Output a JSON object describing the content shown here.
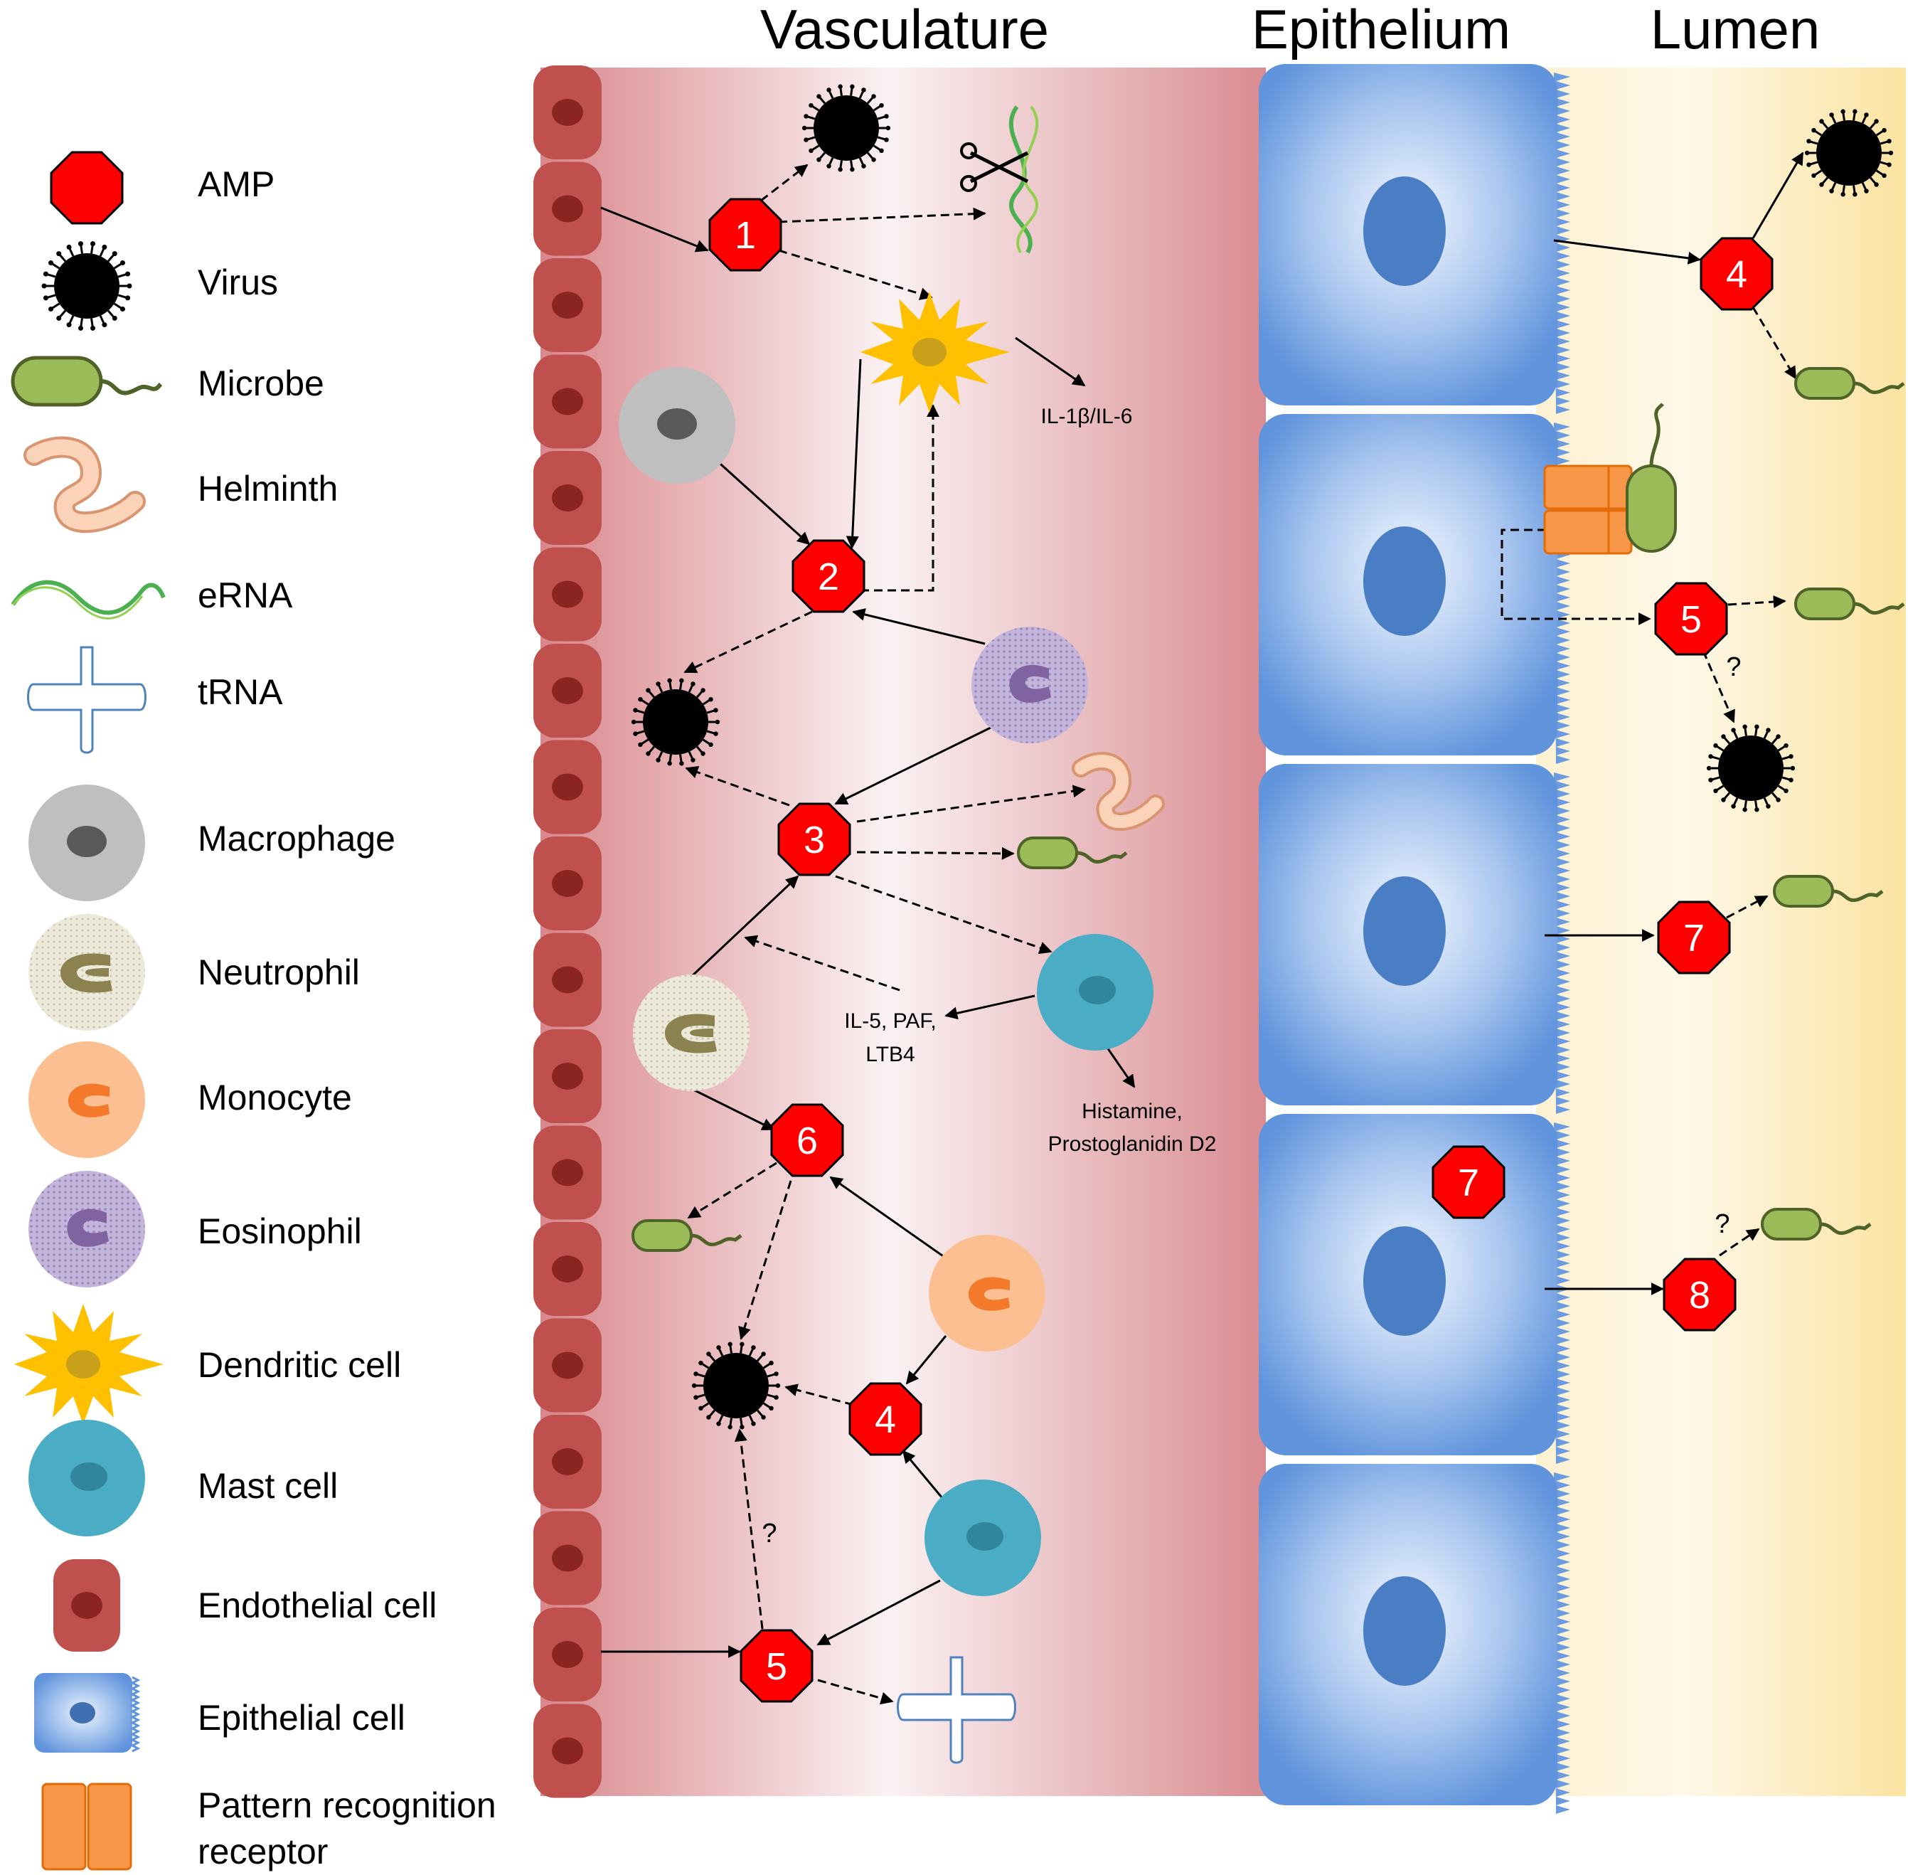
{
  "headers": {
    "vasculature": "Vasculature",
    "epithelium": "Epithelium",
    "lumen": "Lumen"
  },
  "legend": [
    {
      "icon": "amp-icon",
      "label": "AMP"
    },
    {
      "icon": "virus-icon",
      "label": "Virus"
    },
    {
      "icon": "microbe-icon",
      "label": "Microbe"
    },
    {
      "icon": "helminth-icon",
      "label": "Helminth"
    },
    {
      "icon": "erna-icon",
      "label": "eRNA"
    },
    {
      "icon": "trna-icon",
      "label": "tRNA"
    },
    {
      "icon": "macrophage-icon",
      "label": "Macrophage"
    },
    {
      "icon": "neutrophil-icon",
      "label": "Neutrophil"
    },
    {
      "icon": "monocyte-icon",
      "label": "Monocyte"
    },
    {
      "icon": "eosinophil-icon",
      "label": "Eosinophil"
    },
    {
      "icon": "dendritic-cell-icon",
      "label": "Dendritic cell"
    },
    {
      "icon": "mast-cell-icon",
      "label": "Mast cell"
    },
    {
      "icon": "endothelial-cell-icon",
      "label": "Endothelial cell"
    },
    {
      "icon": "epithelial-cell-icon",
      "label": "Epithelial cell"
    },
    {
      "icon": "pattern-recognition-receptor-icon",
      "label_line1": "Pattern recognition",
      "label_line2": "receptor"
    }
  ],
  "amps": {
    "v1": "1",
    "v2": "2",
    "v3": "3",
    "v4": "4",
    "v5": "5",
    "v6": "6",
    "l4": "4",
    "l5": "5",
    "l7": "7",
    "l8": "8",
    "e7": "7"
  },
  "annotations": {
    "il1b_il6": "IL-1β/IL-6",
    "il5_line1": "IL-5, PAF,",
    "il5_line2": "LTB4",
    "histamine_line1": "Histamine,",
    "histamine_line2": "Prostoglanidin D2",
    "q_v5": "?",
    "q_l5": "?",
    "q_l8": "?"
  },
  "colors": {
    "amp_red": "#ff0000",
    "vasculature_pink": "#d9878c",
    "endothelial": "#c0504d",
    "epithelial_blue": "#4f81bd",
    "lumen_yellow": "#fbe9b3",
    "microbe_green": "#9bbb59",
    "macrophage_gray": "#bfbfbf",
    "mast_teal": "#4bacc6",
    "monocyte_orange": "#fbbf91",
    "eosinophil_purple": "#b1a0c7",
    "dendritic_yellow": "#ffc000",
    "prr_orange": "#f79646"
  }
}
